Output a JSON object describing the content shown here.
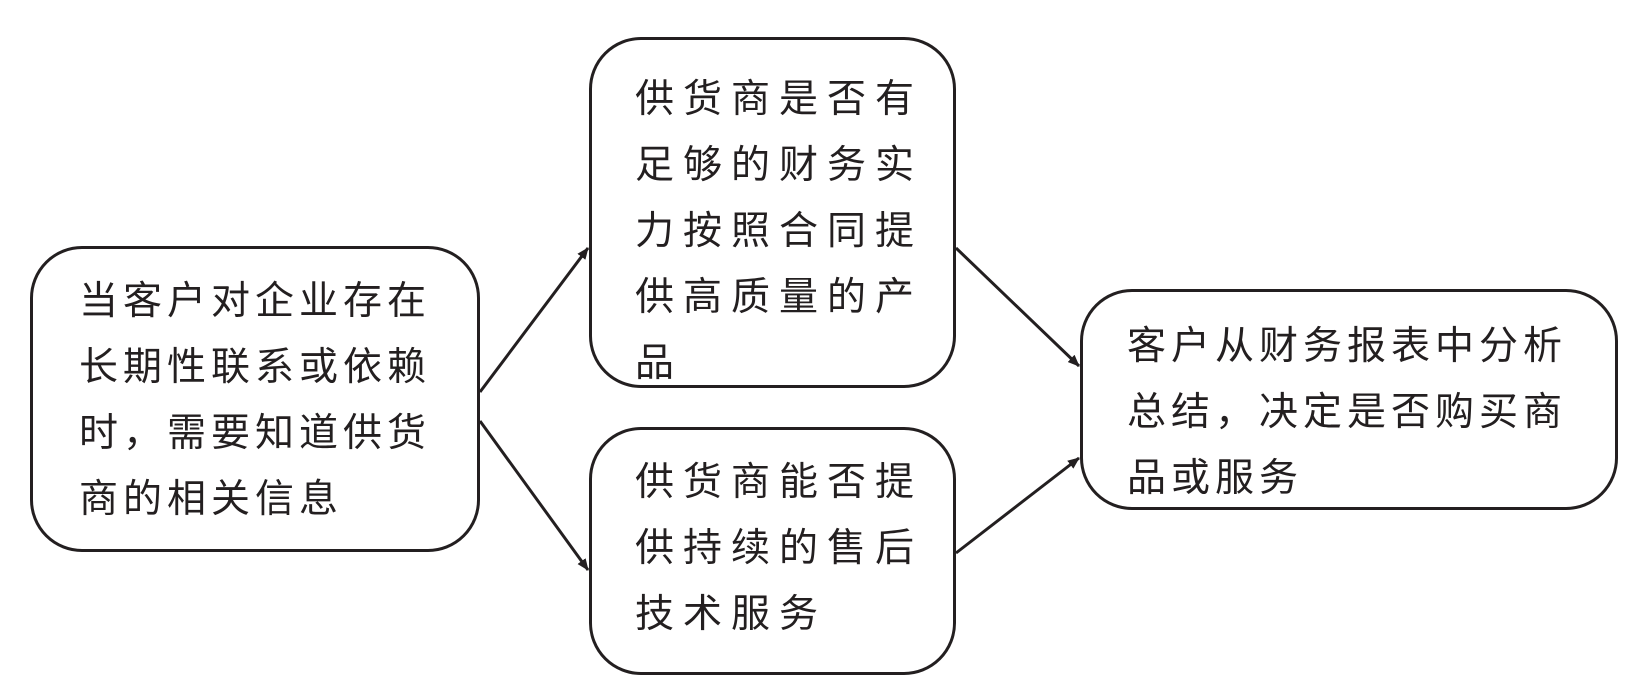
{
  "nodes": {
    "left": "当客户对企业存在长期性联系或依赖时，需要知道供货商的相关信息",
    "top": "供货商是否有足够的财务实力按照合同提供高质量的产品",
    "bottom": "供货商能否提供持续的售后技术服务",
    "right": "客户从财务报表中分析总结，决定是否购买商品或服务"
  },
  "edges": [
    {
      "from": "left",
      "to": "top"
    },
    {
      "from": "left",
      "to": "bottom"
    },
    {
      "from": "top",
      "to": "right"
    },
    {
      "from": "bottom",
      "to": "right"
    }
  ],
  "colors": {
    "stroke": "#231f20",
    "background": "#ffffff"
  }
}
